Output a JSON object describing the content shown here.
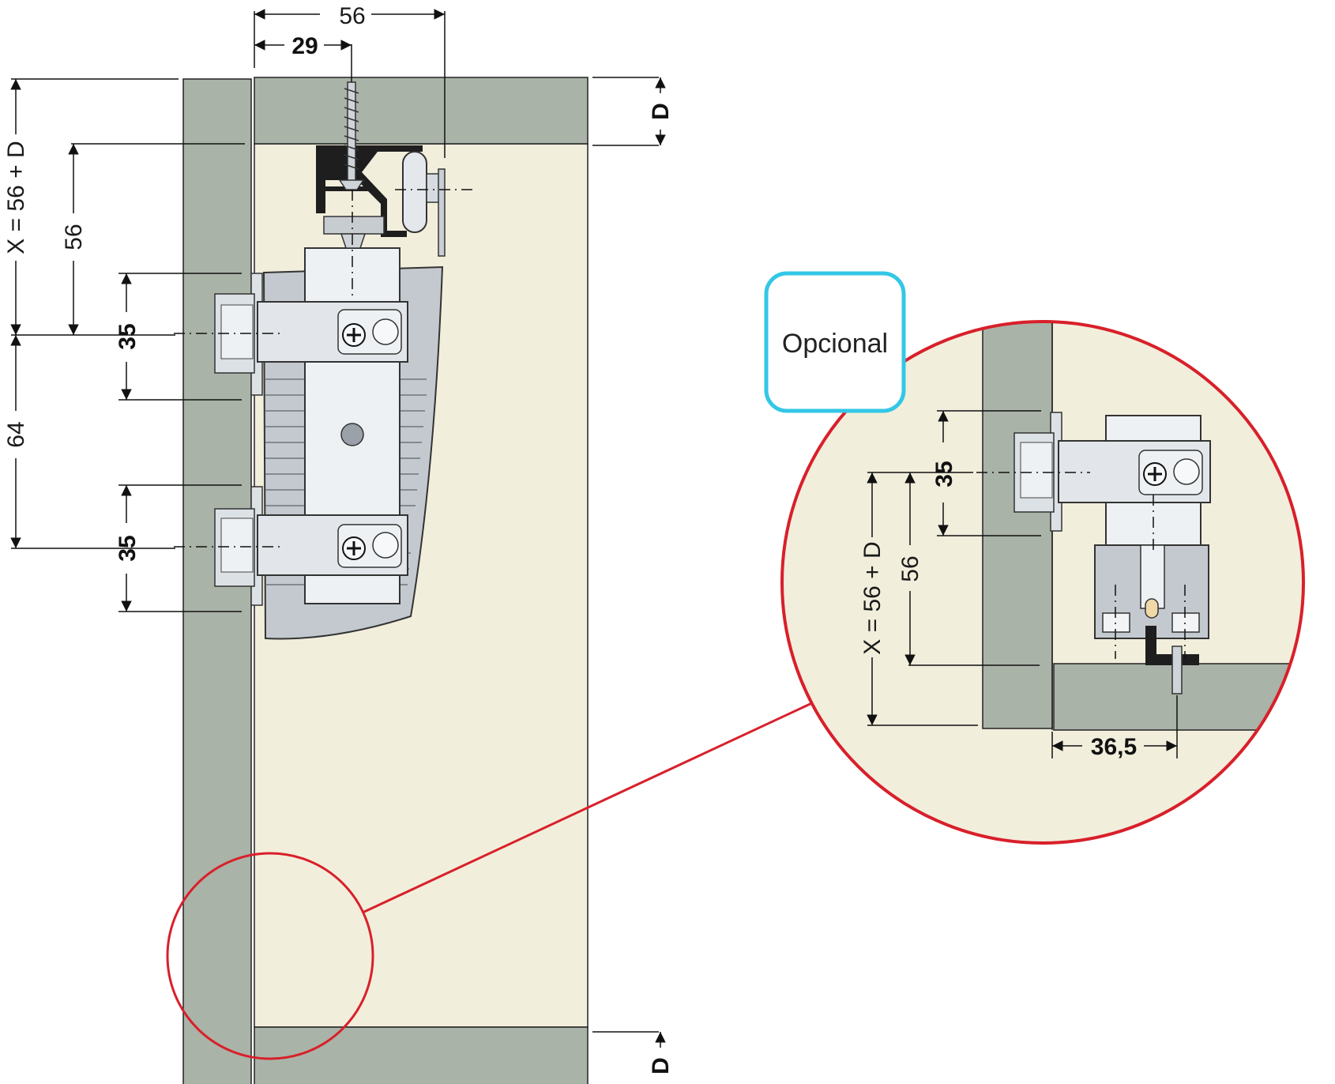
{
  "callout": {
    "label": "Opcional"
  },
  "main_dimensions": {
    "top_width": "56",
    "screw_offset": "29",
    "total_height": "X = 56 + D",
    "rail_height": "56",
    "clip_spacing": "64",
    "clip_top": "35",
    "clip_bottom": "35",
    "panel_top": "D",
    "panel_bottom": "D"
  },
  "detail_dimensions": {
    "clip": "35",
    "total_height": "X = 56 + D",
    "rail_height": "56",
    "screw_offset": "36,5"
  },
  "colors": {
    "panel_grey": "#aab3a8",
    "cabinet_cream": "#f2eedc",
    "hardware_light": "#dde3e8",
    "magnifier_red": "#d8202a",
    "callout_cyan": "#33c7e6"
  }
}
